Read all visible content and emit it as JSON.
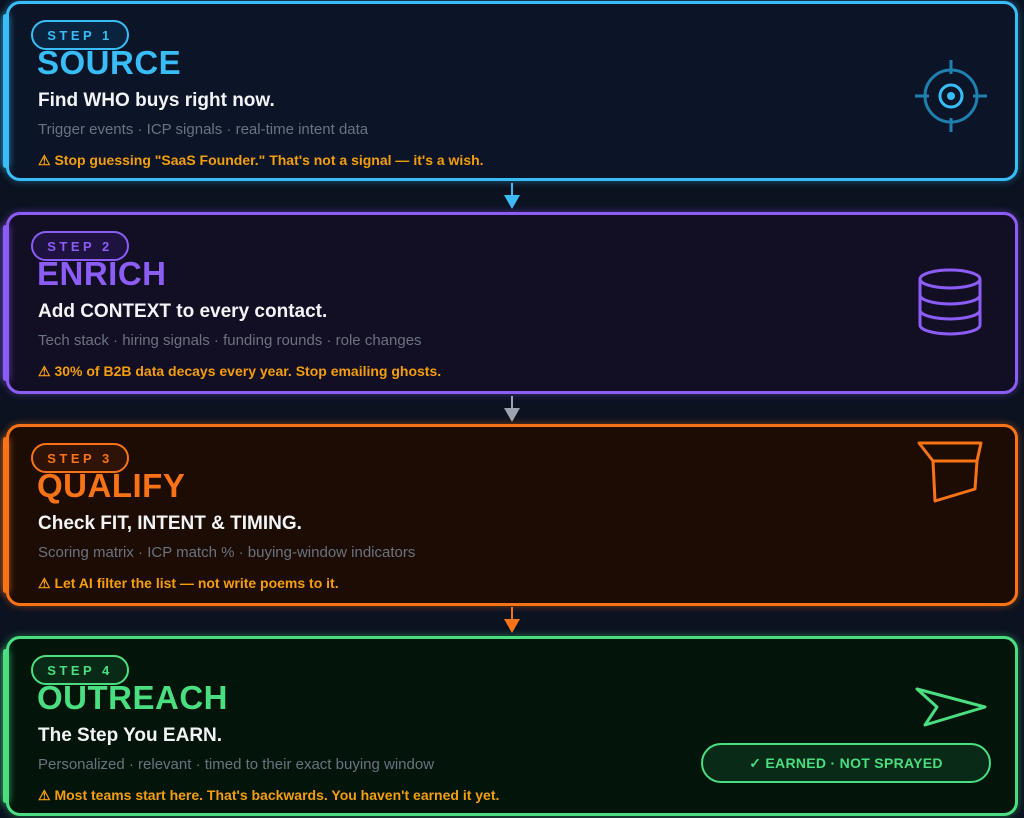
{
  "colors": {
    "source": "#38bdf8",
    "enrich": "#8b5cf6",
    "qualify": "#f97316",
    "outreach": "#4ade80",
    "warning": "#f59e0b"
  },
  "steps": [
    {
      "badge": "STEP 1",
      "title": "SOURCE",
      "headline": "Find WHO buys right now.",
      "details": "Trigger events · ICP signals · real-time intent data",
      "warning": "⚠ Stop guessing \"SaaS Founder.\" That's not a signal — it's a wish.",
      "icon": "target-icon"
    },
    {
      "badge": "STEP 2",
      "title": "ENRICH",
      "headline": "Add CONTEXT to every contact.",
      "details": "Tech stack · hiring signals · funding rounds · role changes",
      "warning": "⚠ 30% of B2B data decays every year. Stop emailing ghosts.",
      "icon": "database-icon"
    },
    {
      "badge": "STEP 3",
      "title": "QUALIFY",
      "headline": "Check FIT, INTENT & TIMING.",
      "details": "Scoring matrix · ICP match % · buying-window indicators",
      "warning": "⚠ Let AI filter the list — not write poems to it.",
      "icon": "funnel-icon"
    },
    {
      "badge": "STEP 4",
      "title": "OUTREACH",
      "headline": "The Step You EARN.",
      "details": "Personalized · relevant · timed to their exact buying window",
      "warning": "⚠ Most teams start here. That's backwards. You haven't earned it yet.",
      "icon": "send-icon",
      "pill": "✓ EARNED · NOT SPRAYED"
    }
  ]
}
